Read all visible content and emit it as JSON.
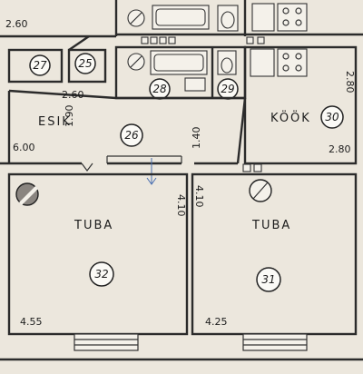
{
  "rooms": {
    "esik": "ESIK",
    "kook": "KÖÖK",
    "tuba_left": "TUBA",
    "tuba_right": "TUBA"
  },
  "numbers": {
    "n25": "25",
    "n26": "26",
    "n27": "27",
    "n28": "28",
    "n29": "29",
    "n30": "30",
    "n31": "31",
    "n32": "32"
  },
  "dimensions": {
    "top_left": "2.60",
    "hall_width": "2.60",
    "hall_height": "1.90",
    "corridor_height": "1.40",
    "kitchen_height": "2.80",
    "kitchen_width": "2.80",
    "left_wall": "6.00",
    "left_room_height": "4.10",
    "right_room_height": "4.10",
    "left_room_width": "4.55",
    "right_room_width": "4.25"
  }
}
